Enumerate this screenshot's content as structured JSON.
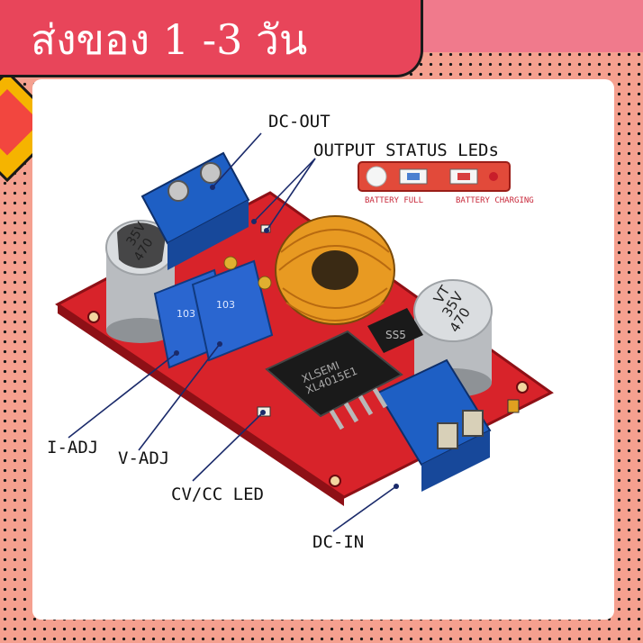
{
  "banner": {
    "text": "ส่งของ 1 -3 วัน"
  },
  "labels": {
    "dc_out": "DC-OUT",
    "output_status": "OUTPUT STATUS LEDs",
    "battery_full": "BATTERY FULL",
    "battery_charging": "BATTERY CHARGING",
    "i_adj": "I-ADJ",
    "v_adj": "V-ADJ",
    "cv_cc_led": "CV/CC LED",
    "dc_in": "DC-IN"
  },
  "markings": {
    "cap_value": "470",
    "cap_voltage": "35V",
    "cap_series": "VT",
    "pot_code": "103",
    "chip_brand": "XLSEMI",
    "chip_part": "XL4015E1",
    "diode": "SS5"
  },
  "colors": {
    "frame": "#f2463f",
    "banner": "#e8455a",
    "pcb": "#d8232a",
    "terminal": "#1e5fc4",
    "pot": "#2a66d0",
    "coil": "#e89a22"
  }
}
